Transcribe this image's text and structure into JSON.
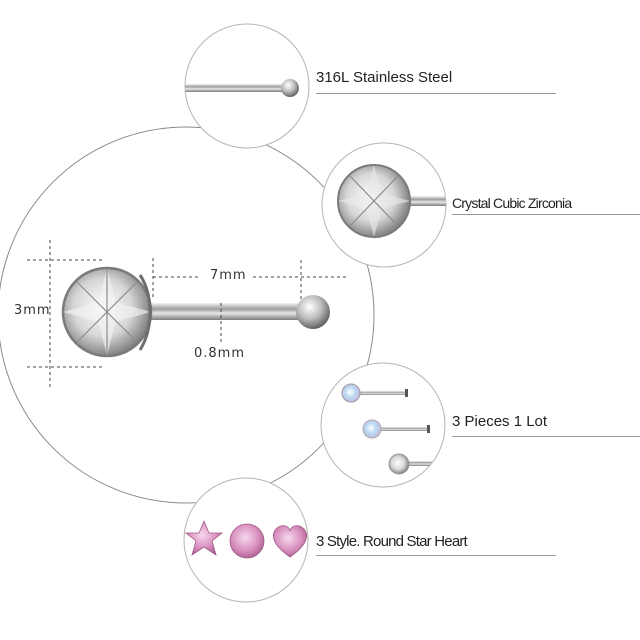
{
  "features": [
    {
      "id": "material",
      "label": "316L Stainless Steel",
      "icon": "steel-ball-bar-icon"
    },
    {
      "id": "stone",
      "label": "Crystal Cubic Zirconia",
      "icon": "crystal-stud-icon"
    },
    {
      "id": "quantity",
      "label": "3 Pieces 1 Lot",
      "icon": "three-studs-icon"
    },
    {
      "id": "styles",
      "label": "3 Style. Round Star Heart",
      "icon": "star-round-heart-gems-icon"
    }
  ],
  "dimensions": {
    "height": "3mm",
    "length": "7mm",
    "diameter": "0.8mm"
  },
  "colors": {
    "outline": "#8a8a8a",
    "steel": "#c9c9c9",
    "pink_gem": "#d98fbf",
    "text": "#222222"
  }
}
